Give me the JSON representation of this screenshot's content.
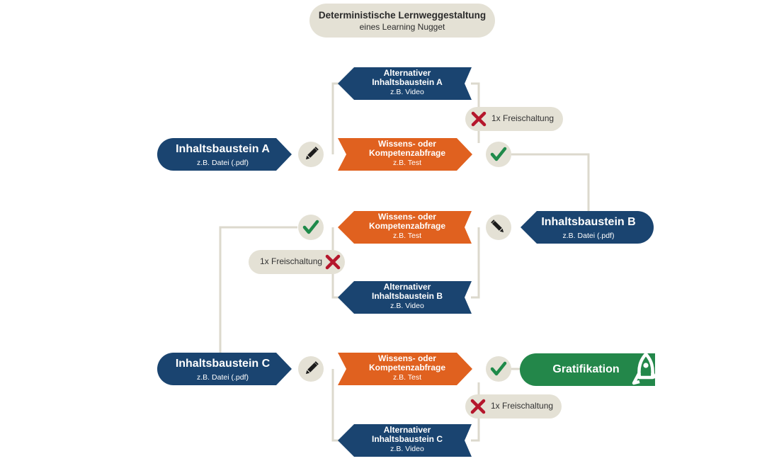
{
  "title": {
    "line1": "Deterministische Lernweggestaltung",
    "line2": "eines Learning Nugget"
  },
  "nodes": {
    "inhalt_a": {
      "title": "Inhaltsbaustein A",
      "sub": "z.B. Datei (.pdf)"
    },
    "inhalt_b": {
      "title": "Inhaltsbaustein B",
      "sub": "z.B. Datei (.pdf)"
    },
    "inhalt_c": {
      "title": "Inhaltsbaustein C",
      "sub": "z.B. Datei (.pdf)"
    },
    "alt_a": {
      "line1": "Alternativer",
      "line2": "Inhaltsbaustein A",
      "sub": "z.B. Video"
    },
    "alt_b": {
      "line1": "Alternativer",
      "line2": "Inhaltsbaustein B",
      "sub": "z.B. Video"
    },
    "alt_c": {
      "line1": "Alternativer",
      "line2": "Inhaltsbaustein C",
      "sub": "z.B. Video"
    },
    "test_1": {
      "line1": "Wissens- oder",
      "line2": "Kompetenzabfrage",
      "sub": "z.B. Test"
    },
    "test_2": {
      "line1": "Wissens- oder",
      "line2": "Kompetenzabfrage",
      "sub": "z.B. Test"
    },
    "test_3": {
      "line1": "Wissens- oder",
      "line2": "Kompetenzabfrage",
      "sub": "z.B. Test"
    },
    "gratifikation": {
      "title": "Gratifikation"
    }
  },
  "unlock_labels": {
    "a": "1x Freischaltung",
    "b": "1x Freischaltung",
    "c": "1x Freischaltung"
  },
  "icons": {
    "edit": "pencil-icon",
    "pass": "checkmark-icon",
    "fail": "cross-icon",
    "reward": "rocket-icon"
  },
  "colors": {
    "content_block": "#1a4470",
    "test_block": "#e0611f",
    "gratification": "#23874a",
    "pill": "#e4e1d5",
    "connector": "#dcd9cd",
    "check": "#1f8a4a",
    "cross": "#b5162c"
  }
}
